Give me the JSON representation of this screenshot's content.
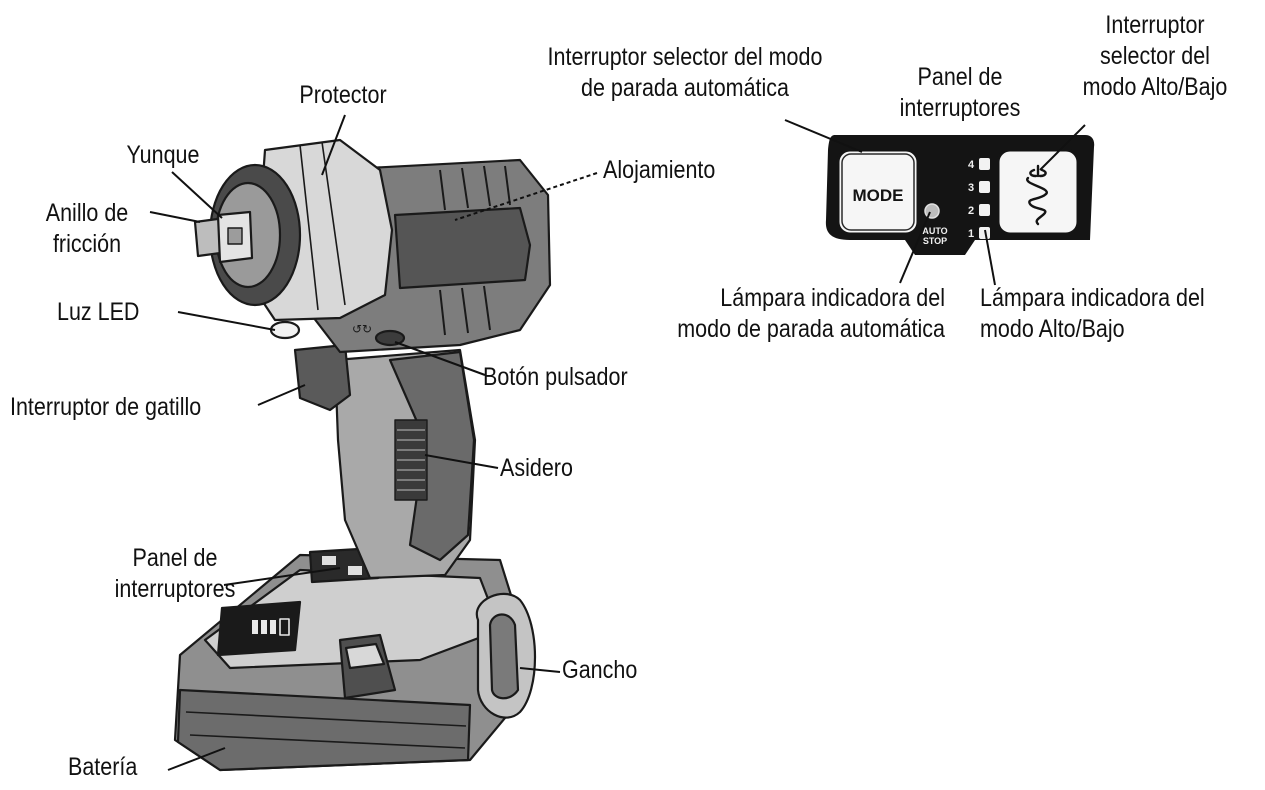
{
  "labels": {
    "protector": "Protector",
    "yunque": "Yunque",
    "anillo_1": "Anillo de",
    "anillo_2": "fricción",
    "alojamiento": "Alojamiento",
    "luz_led": "Luz LED",
    "interruptor_gatillo": "Interruptor de gatillo",
    "boton_pulsador": "Botón pulsador",
    "asidero": "Asidero",
    "panel_bottom_1": "Panel de",
    "panel_bottom_2": "interruptores",
    "gancho": "Gancho",
    "bateria": "Batería",
    "selector_auto_1": "Interruptor selector del modo",
    "selector_auto_2": "de parada automática",
    "panel_top_1": "Panel de",
    "panel_top_2": "interruptores",
    "selector_alto_1": "Interruptor",
    "selector_alto_2": "selector del",
    "selector_alto_3": "modo Alto/Bajo",
    "lampara_auto_1": "Lámpara indicadora del",
    "lampara_auto_2": "modo de parada automática",
    "lampara_alto_1": "Lámpara indicadora del",
    "lampara_alto_2": "modo Alto/Bajo"
  },
  "panel": {
    "mode_button": "MODE",
    "auto_stop_1": "AUTO",
    "auto_stop_2": "STOP",
    "levels": [
      "4",
      "3",
      "2",
      "1"
    ]
  },
  "colors": {
    "ink": "#111111",
    "body_dark": "#5e5e5e",
    "body_mid": "#8c8c8c",
    "body_light": "#c9c9c9",
    "panel_black": "#141414"
  }
}
